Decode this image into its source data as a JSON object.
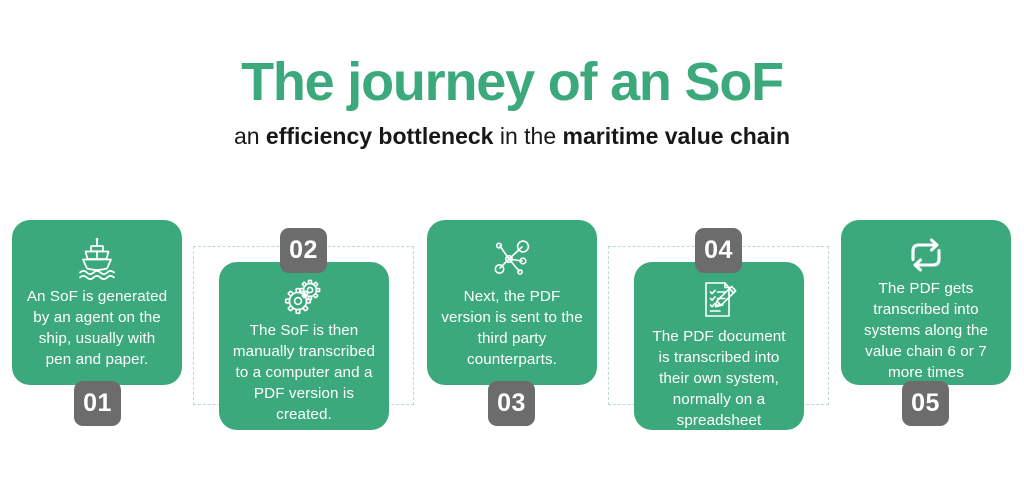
{
  "header": {
    "title": "The journey of an SoF",
    "subtitle_parts": [
      {
        "text": "an ",
        "bold": false
      },
      {
        "text": "efficiency bottleneck",
        "bold": true
      },
      {
        "text": " in the ",
        "bold": false
      },
      {
        "text": "maritime value chain",
        "bold": true
      }
    ],
    "subtitle_plain": "an efficiency bottleneck in the maritime value chain",
    "title_color": "#3BA97C",
    "subtitle_color": "#16181A"
  },
  "theme": {
    "card_green": "#3BA97C",
    "badge_gray": "#6C6C6C",
    "connector_green": "#B9DDCD",
    "background": "#FFFFFF",
    "text_on_card": "#FFFFFF"
  },
  "steps": [
    {
      "number": "01",
      "icon": "ship-icon",
      "text": "An SoF is generated by an agent on the ship, usually with pen and paper.",
      "badge_position": "bottom"
    },
    {
      "number": "02",
      "icon": "gears-icon",
      "text": "The SoF is then manually transcribed to a computer and a PDF version is created.",
      "badge_position": "top"
    },
    {
      "number": "03",
      "icon": "network-share-icon",
      "text": "Next, the PDF version is sent to the third party counterparts.",
      "badge_position": "bottom"
    },
    {
      "number": "04",
      "icon": "document-pencil-icon",
      "text": "The PDF document is transcribed into their own system, normally on a spreadsheet",
      "badge_position": "top"
    },
    {
      "number": "05",
      "icon": "repeat-loop-icon",
      "text": "The PDF gets transcribed into systems along the value chain 6 or 7 more times",
      "badge_position": "bottom"
    }
  ]
}
